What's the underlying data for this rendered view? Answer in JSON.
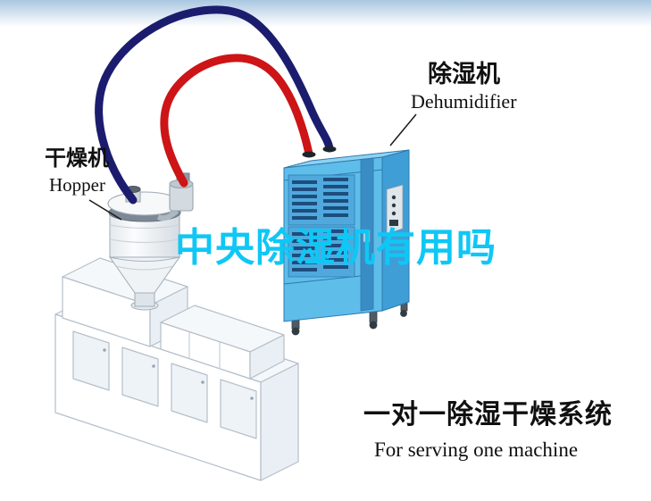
{
  "watermark": {
    "text": "中央除湿机有用吗"
  },
  "labels": {
    "hopper": {
      "cn": "干燥机",
      "en": "Hopper"
    },
    "dehumidifier": {
      "cn": "除湿机",
      "en": "Dehumidifier"
    }
  },
  "caption": {
    "cn": "一对一除湿干燥系统",
    "en": "For serving one machine"
  },
  "colors": {
    "watermark_cyan": "#0fc7f5",
    "pipe_red": "#cd1416",
    "pipe_navy": "#1c1c6e",
    "dehumidifier_front": "#5fbde9",
    "dehumidifier_side": "#3f9ed6",
    "dehumidifier_top": "#8ed2f2",
    "vent_slot": "#1d4d7d",
    "label_text": "#101010",
    "sky_top": "#a9c7e0",
    "machine_outline": "#b5bfc9"
  }
}
